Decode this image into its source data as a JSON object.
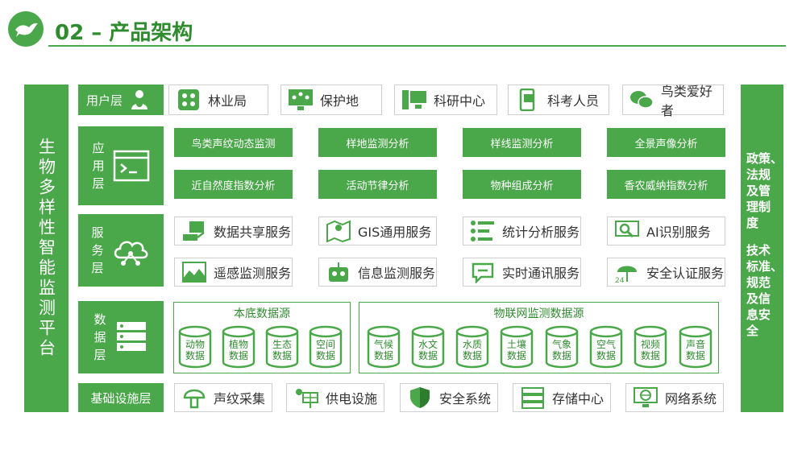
{
  "header": {
    "title": "02 – 产品架构"
  },
  "left_sidebar": {
    "label": "生物多样性智能监测平台"
  },
  "right_sidebar": {
    "lines1": [
      "政策、",
      "法规",
      "及管",
      "理制",
      "度"
    ],
    "lines2": [
      "技术",
      "标准、",
      "规范",
      "及信",
      "息安",
      "全"
    ]
  },
  "user_layer": {
    "label": "用户层",
    "items": [
      {
        "label": "林业局",
        "icon": "grid-dots-icon"
      },
      {
        "label": "保护地",
        "icon": "monitor-network-icon"
      },
      {
        "label": "科研中心",
        "icon": "computer-icon"
      },
      {
        "label": "科考人员",
        "icon": "phone-icon"
      },
      {
        "label": "鸟类爱好者",
        "icon": "wechat-icon"
      }
    ]
  },
  "app_layer": {
    "label": [
      "应",
      "用",
      "层"
    ],
    "items": [
      "鸟类声纹动态监测",
      "样地监测分析",
      "样线监测分析",
      "全景声像分析",
      "近自然度指数分析",
      "活动节律分析",
      "物种组成分析",
      "香农威纳指数分析"
    ]
  },
  "service_layer": {
    "label": [
      "服",
      "务",
      "层"
    ],
    "items": [
      {
        "label": "数据共享服务",
        "icon": "share-icon"
      },
      {
        "label": "GIS通用服务",
        "icon": "map-icon"
      },
      {
        "label": "统计分析服务",
        "icon": "list-stats-icon"
      },
      {
        "label": "AI识别服务",
        "icon": "search-screen-icon"
      },
      {
        "label": "遥感监测服务",
        "icon": "landscape-icon"
      },
      {
        "label": "信息监测服务",
        "icon": "robot-icon"
      },
      {
        "label": "实时通讯服务",
        "icon": "chat-icon"
      },
      {
        "label": "安全认证服务",
        "icon": "umbrella-24-icon"
      }
    ]
  },
  "data_layer": {
    "label": [
      "数",
      "据",
      "层"
    ],
    "base_title": "本底数据源",
    "base_items": [
      [
        "动物",
        "数据"
      ],
      [
        "植物",
        "数据"
      ],
      [
        "生态",
        "数据"
      ],
      [
        "空间",
        "数据"
      ]
    ],
    "iot_title": "物联网监测数据源",
    "iot_items": [
      [
        "气候",
        "数据"
      ],
      [
        "水文",
        "数据"
      ],
      [
        "水质",
        "数据"
      ],
      [
        "土壤",
        "数据"
      ],
      [
        "气象",
        "数据"
      ],
      [
        "空气",
        "数据"
      ],
      [
        "视频",
        "数据"
      ],
      [
        "声音",
        "数据"
      ]
    ]
  },
  "infra_layer": {
    "label": "基础设施层",
    "items": [
      {
        "label": "声纹采集",
        "icon": "mushroom-icon"
      },
      {
        "label": "供电设施",
        "icon": "solar-panel-icon"
      },
      {
        "label": "安全系统",
        "icon": "shield-icon"
      },
      {
        "label": "存储中心",
        "icon": "server-icon"
      },
      {
        "label": "网络系统",
        "icon": "globe-monitor-icon"
      }
    ]
  },
  "colors": {
    "primary": "#4aa74a",
    "text_green": "#2e8b2e",
    "border": "#cfcfcf"
  }
}
